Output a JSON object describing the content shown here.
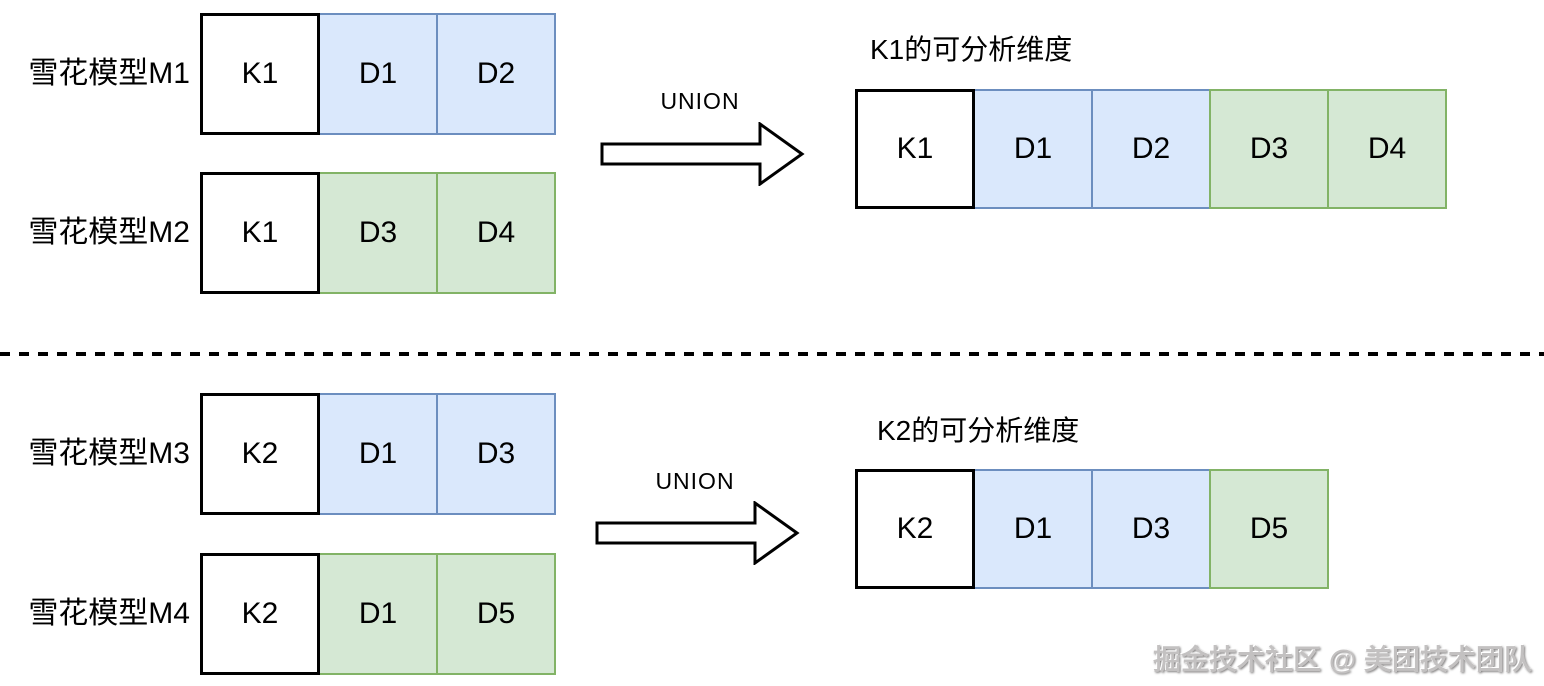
{
  "colors": {
    "background": "#ffffff",
    "blue_fill": "#dae8fc",
    "blue_border": "#6c8ebf",
    "green_fill": "#d5e8d4",
    "green_border": "#82b366",
    "key_fill": "#ffffff",
    "key_border": "#000000",
    "watermark_gray": "#c3c1c1"
  },
  "sections": [
    {
      "models": [
        {
          "label": "雪花模型M1",
          "cells": [
            {
              "text": "K1",
              "style": "key"
            },
            {
              "text": "D1",
              "style": "blue"
            },
            {
              "text": "D2",
              "style": "blue"
            }
          ]
        },
        {
          "label": "雪花模型M2",
          "cells": [
            {
              "text": "K1",
              "style": "key"
            },
            {
              "text": "D3",
              "style": "green"
            },
            {
              "text": "D4",
              "style": "green"
            }
          ]
        }
      ],
      "operator": "UNION",
      "result": {
        "title": "K1的可分析维度",
        "cells": [
          {
            "text": "K1",
            "style": "key"
          },
          {
            "text": "D1",
            "style": "blue"
          },
          {
            "text": "D2",
            "style": "blue"
          },
          {
            "text": "D3",
            "style": "green"
          },
          {
            "text": "D4",
            "style": "green"
          }
        ]
      }
    },
    {
      "models": [
        {
          "label": "雪花模型M3",
          "cells": [
            {
              "text": "K2",
              "style": "key"
            },
            {
              "text": "D1",
              "style": "blue"
            },
            {
              "text": "D3",
              "style": "blue"
            }
          ]
        },
        {
          "label": "雪花模型M4",
          "cells": [
            {
              "text": "K2",
              "style": "key"
            },
            {
              "text": "D1",
              "style": "green"
            },
            {
              "text": "D5",
              "style": "green"
            }
          ]
        }
      ],
      "operator": "UNION",
      "result": {
        "title": "K2的可分析维度",
        "cells": [
          {
            "text": "K2",
            "style": "key"
          },
          {
            "text": "D1",
            "style": "blue"
          },
          {
            "text": "D3",
            "style": "blue"
          },
          {
            "text": "D5",
            "style": "green"
          }
        ]
      }
    }
  ],
  "watermark": "掘金技术社区 @ 美团技术团队"
}
